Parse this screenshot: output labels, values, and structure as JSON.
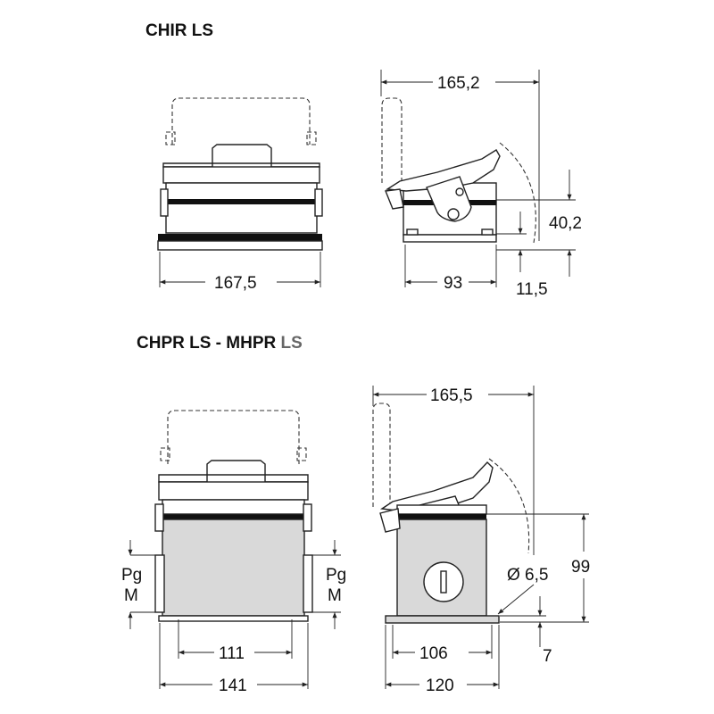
{
  "sections": [
    {
      "title": "CHIR LS",
      "dims": {
        "front_width": "167,5",
        "side_length": "165,2",
        "side_base": "93",
        "height": "40,2",
        "base_height": "11,5"
      }
    },
    {
      "title_main": "CHPR LS - MHPR ",
      "title_suffix": "LS",
      "dims": {
        "side_length": "165,5",
        "height": "99",
        "hole": "Ø 6,5",
        "base_height": "7",
        "front_inner": "111",
        "front_outer": "141",
        "side_inner": "106",
        "side_outer": "120",
        "entry_left_top": "Pg",
        "entry_left_bottom": "M",
        "entry_right_top": "Pg",
        "entry_right_bottom": "M"
      }
    }
  ]
}
